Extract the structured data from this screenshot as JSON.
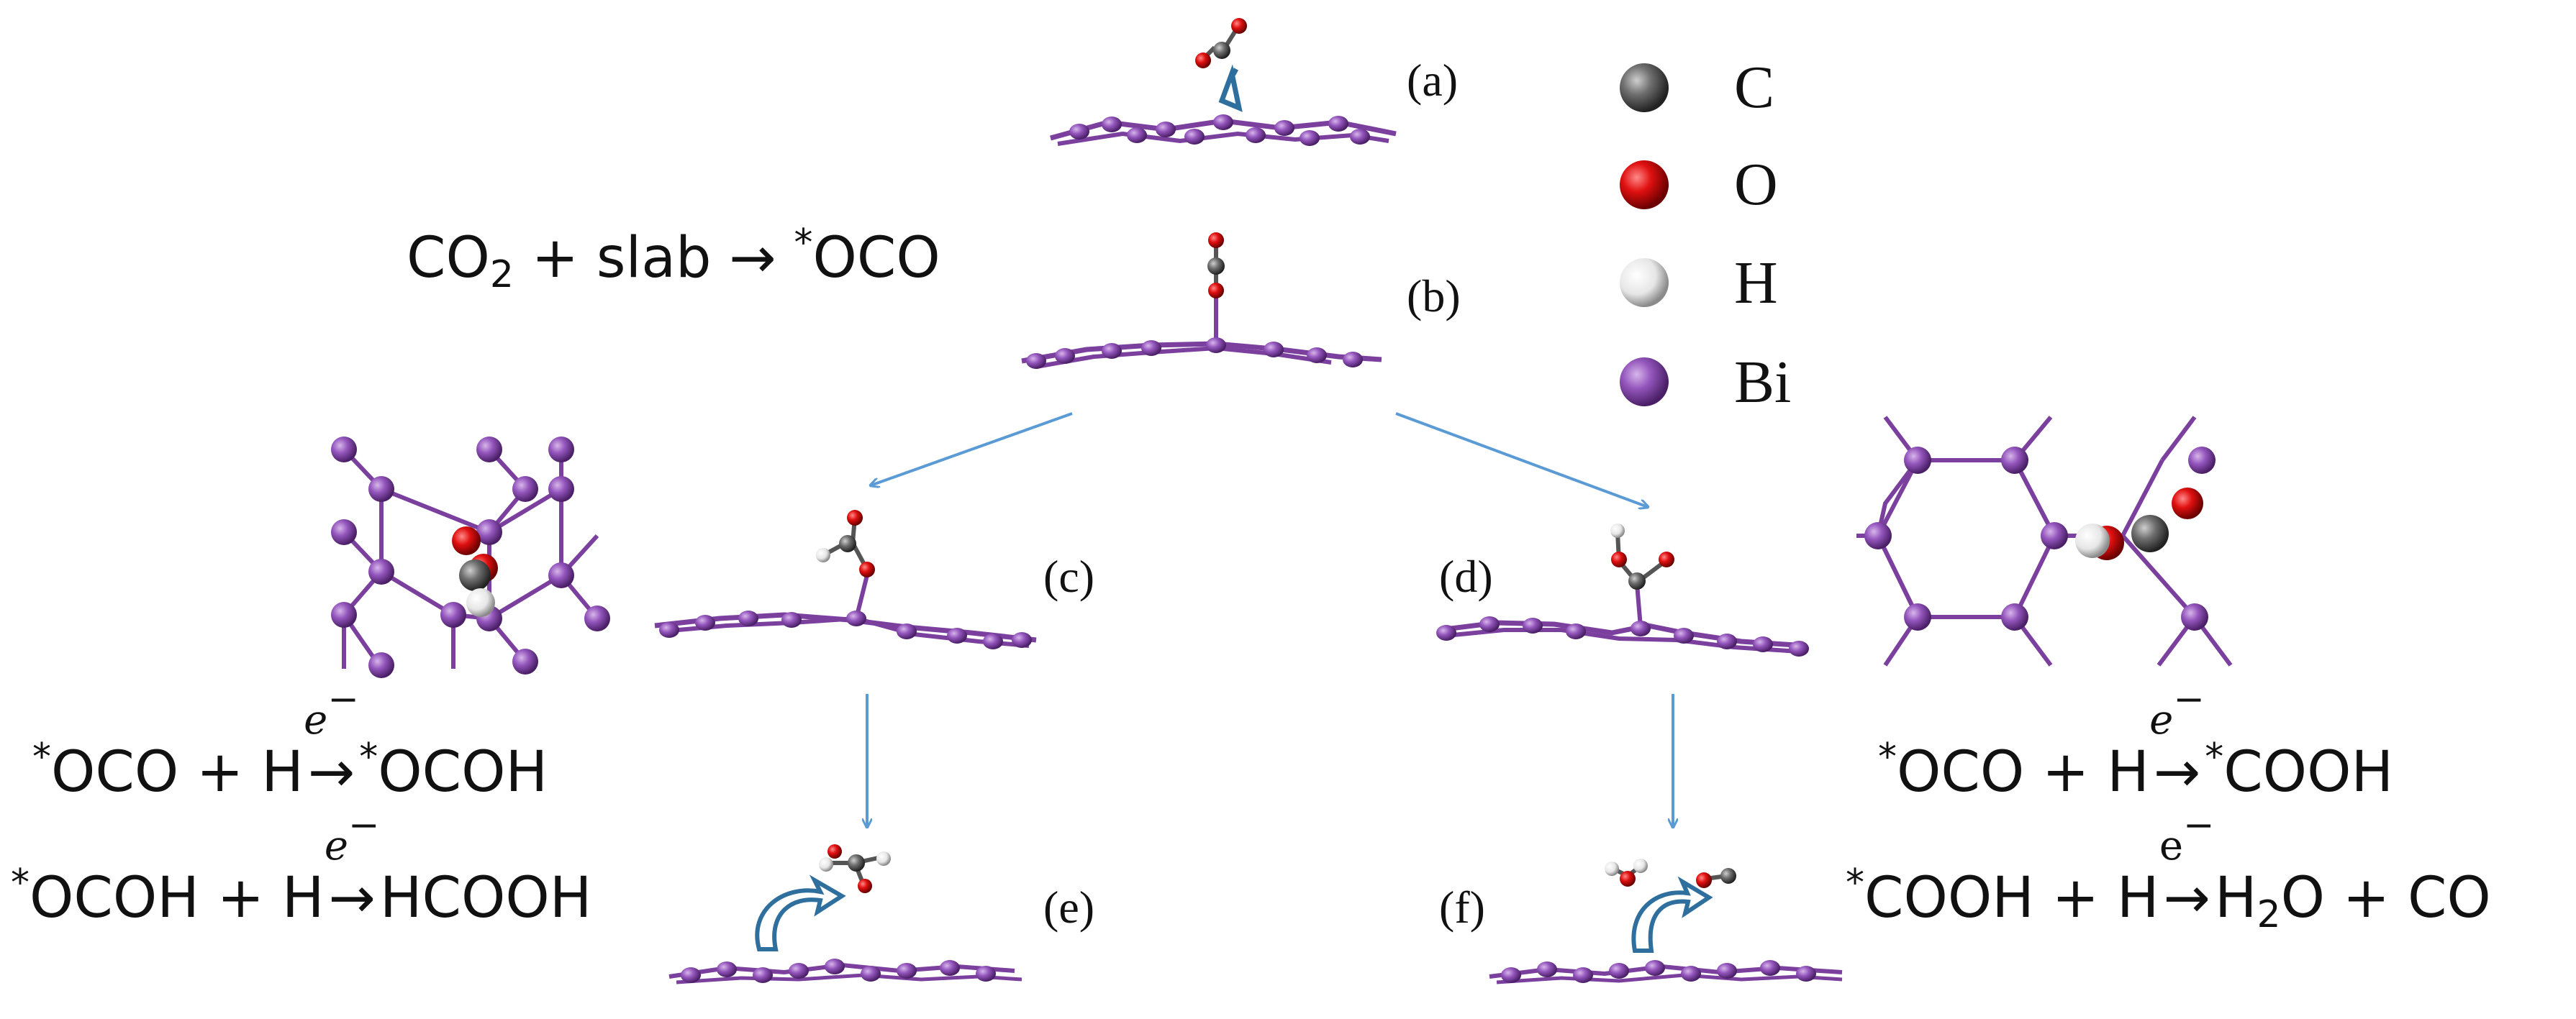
{
  "panels": {
    "a": "(a)",
    "b": "(b)",
    "c": "(c)",
    "d": "(d)",
    "e": "(e)",
    "f": "(f)"
  },
  "legend": [
    {
      "symbol": "C",
      "color": "#6f6f6f"
    },
    {
      "symbol": "O",
      "color": "#e01010"
    },
    {
      "symbol": "H",
      "color": "#f2f2f2"
    },
    {
      "symbol": "Bi",
      "color": "#8a4fb0"
    }
  ],
  "equations": {
    "eq1": {
      "lhs": "CO",
      "sub": "2",
      "mid": " + slab → ",
      "star": "*",
      "rhs": "OCO"
    },
    "eq2": {
      "star1": "*",
      "lhs": "OCO + H",
      "over": "e",
      "over_sup": "−",
      "arrow": "→",
      "star2": "*",
      "rhs": "OCOH"
    },
    "eq3": {
      "star1": "*",
      "lhs": "OCOH + H",
      "over": "e",
      "over_sup": "−",
      "arrow": "→",
      "rhs": "HCOOH"
    },
    "eq4": {
      "star1": "*",
      "lhs": "OCO + H",
      "over": "e",
      "over_sup": "−",
      "arrow": "→",
      "star2": "*",
      "rhs": "COOH"
    },
    "eq5": {
      "star1": "*",
      "lhs": "COOH + H",
      "over": "e",
      "over_sup": "−",
      "arrow": "→",
      "rhs1": "H",
      "sub": "2",
      "rhs2": "O + CO"
    }
  },
  "colors": {
    "bismuth": "#8a4fb0",
    "bond": "#7b3f9e",
    "oxygen": "#e01010",
    "carbon": "#6f6f6f",
    "hydrogen": "#f2f2f2",
    "arrow": "#5b9bd5",
    "curved_arrow": "#2f6f9e"
  }
}
